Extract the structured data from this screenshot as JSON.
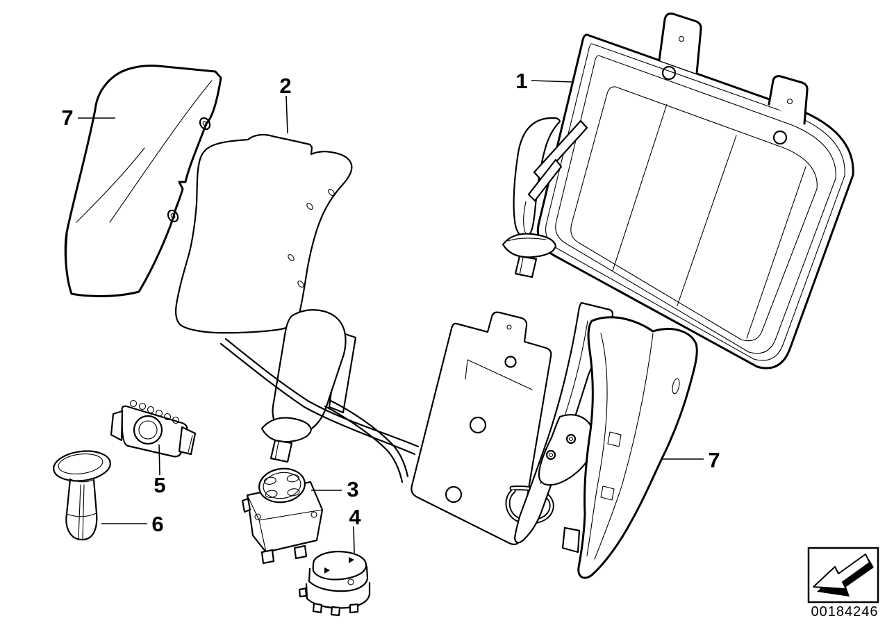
{
  "diagram": {
    "kind": "seat-backrest-parts-diagram",
    "background": "#ffffff",
    "line_color": "#000000"
  },
  "callouts": [
    {
      "label": "1"
    },
    {
      "label": "2"
    },
    {
      "label": "3"
    },
    {
      "label": "4"
    },
    {
      "label": "5"
    },
    {
      "label": "6"
    },
    {
      "label": "7"
    },
    {
      "label": "7"
    }
  ],
  "footer": {
    "image_code": "00184246",
    "icon": "direction-arrow-icon"
  }
}
